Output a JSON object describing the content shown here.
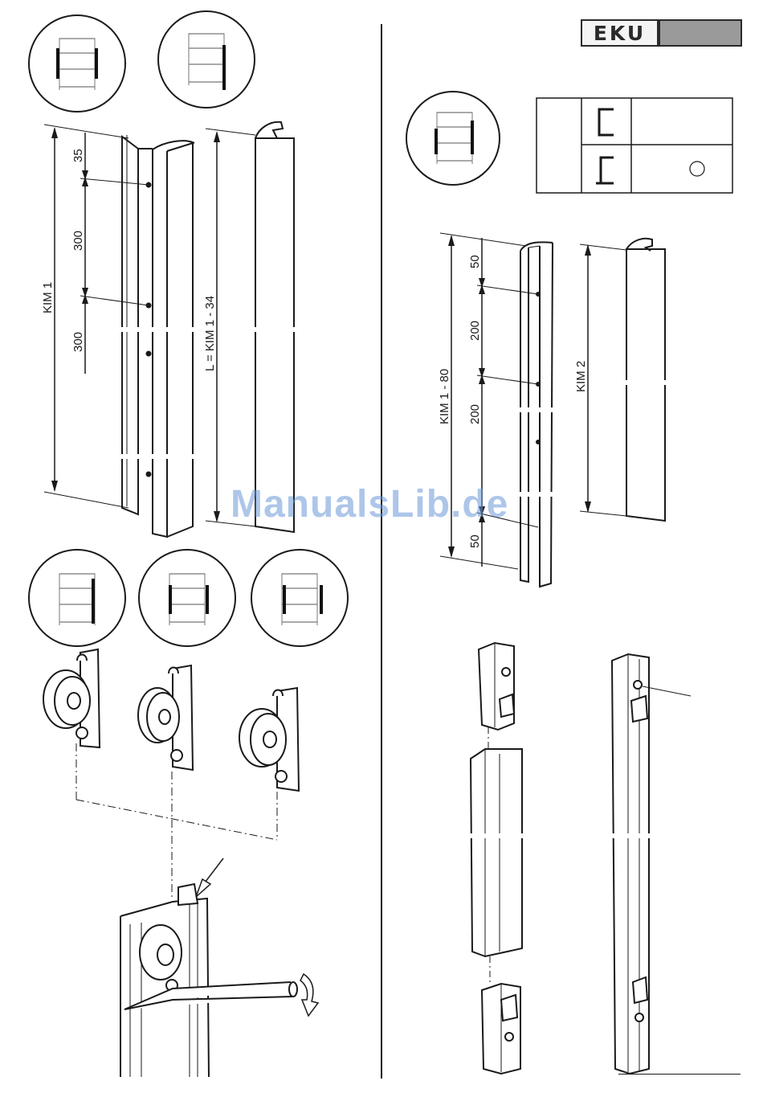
{
  "logo": {
    "brand": "EKU"
  },
  "watermark": "ManualsLib.de",
  "left_profile": {
    "dims": [
      "35",
      "300",
      "300"
    ],
    "total_label": "KIM 1",
    "cover_label": "L = KIM 1 - 34"
  },
  "right_profile": {
    "dims": [
      "50",
      "200",
      "200",
      "50"
    ],
    "total_label": "KIM 1 - 80",
    "cover_label": "KIM 2"
  },
  "colors": {
    "line": "#1a1a1a",
    "logo_grey": "#9a9a9a",
    "watermark": "#6b98d8"
  }
}
